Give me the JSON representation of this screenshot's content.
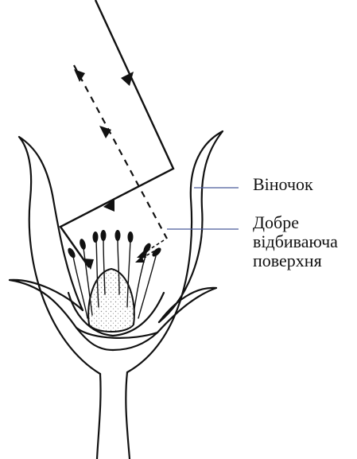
{
  "labels": {
    "corolla": "Віночок",
    "reflective_surface": {
      "line1": "Добре",
      "line2": "відбиваюча",
      "line3": "поверхня"
    }
  },
  "colors": {
    "ink": "#111111",
    "leader_line": "#4a5a9a",
    "ovary_stipple": "#9a9a9a"
  },
  "rays": {
    "solid": "incident light ray reflected by corolla",
    "dashed": "direct light ray"
  }
}
